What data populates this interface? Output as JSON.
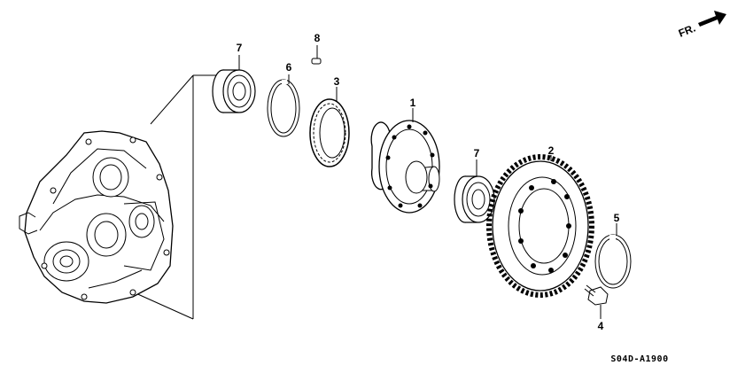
{
  "diagram": {
    "orientation_label": "FR.",
    "part_code": "S04D-A1900",
    "callouts": {
      "p1": "1",
      "p2": "2",
      "p3": "3",
      "p4": "4",
      "p5": "5",
      "p6": "6",
      "p7a": "7",
      "p7b": "7",
      "p8": "8"
    }
  }
}
